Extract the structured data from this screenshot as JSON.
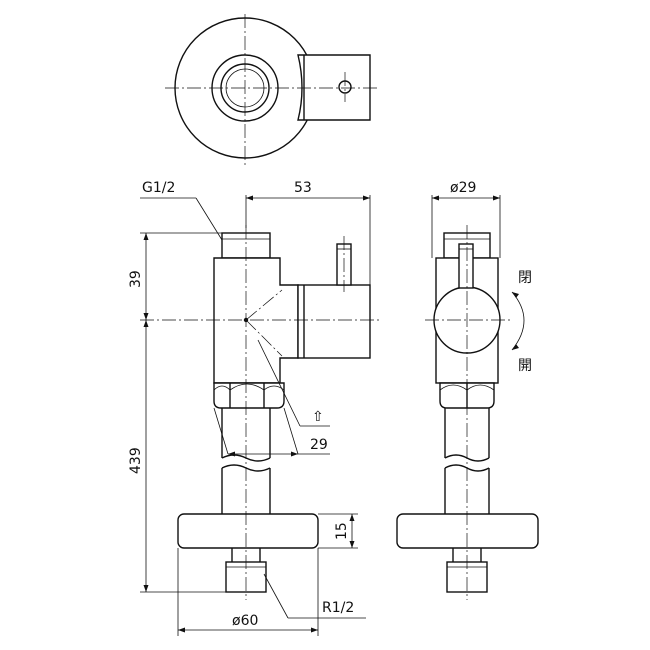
{
  "labels": {
    "thread_top": "G1/2",
    "dim_width": "53",
    "dim_dia_side": "ø29",
    "dim_39": "39",
    "dim_439": "439",
    "dim_29": "29",
    "dim_15": "15",
    "dim_dia_base": "ø60",
    "thread_bottom": "R1/2",
    "open_mark": "閉",
    "close_mark": "開",
    "flow_arrow": "⇧"
  }
}
